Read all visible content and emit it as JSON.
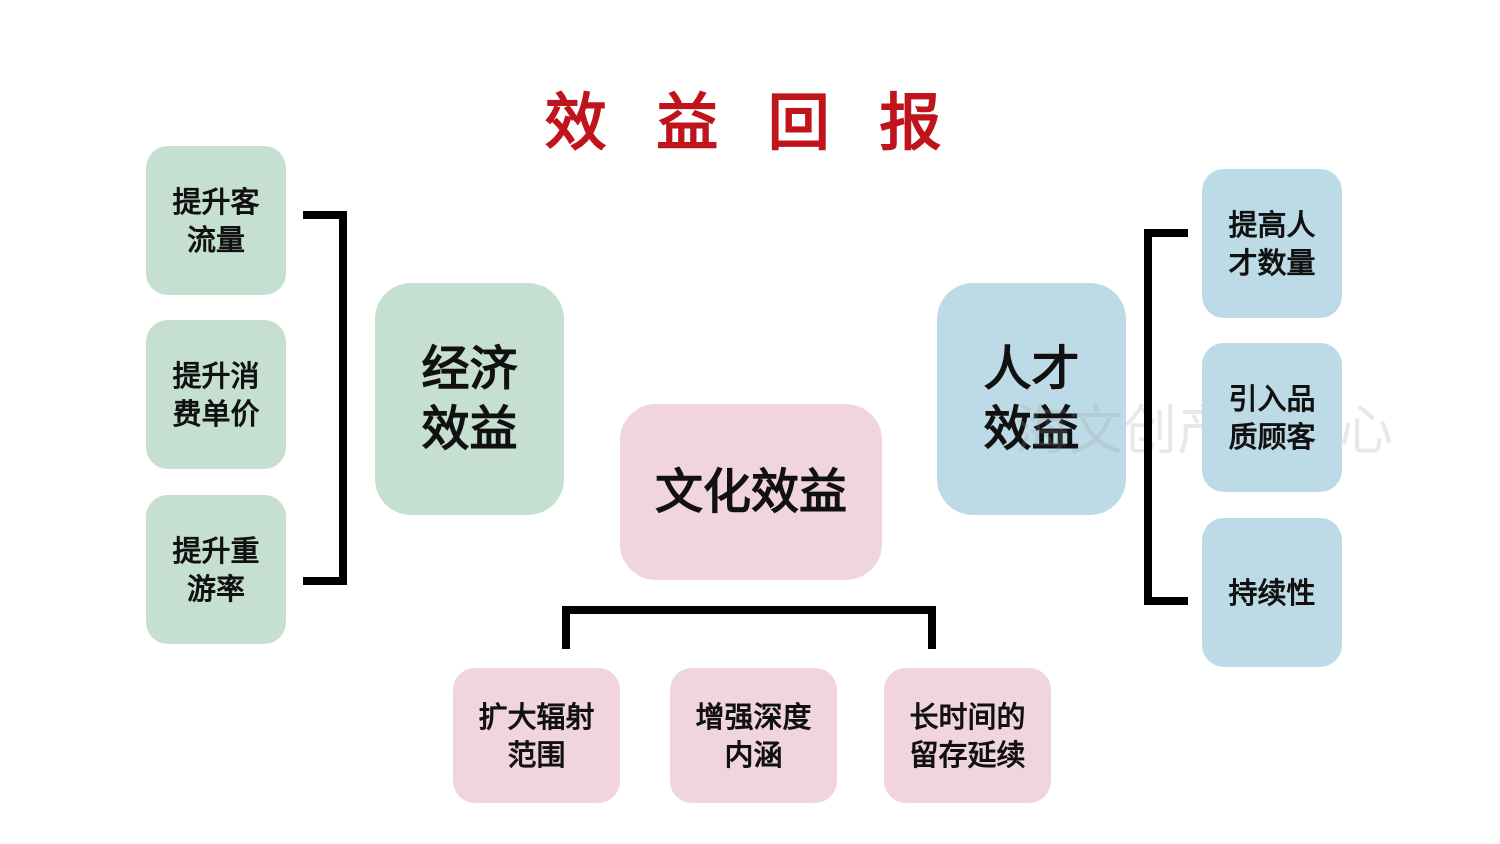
{
  "title": "效 益 回 报",
  "economic": {
    "center": "经济\n效益",
    "items": [
      "提升客\n流量",
      "提升消\n费单价",
      "提升重\n游率"
    ]
  },
  "cultural": {
    "center": "文化效益",
    "items": [
      "扩大辐射\n范围",
      "增强深度\n内涵",
      "长时间的\n留存延续"
    ]
  },
  "talent": {
    "center": "人才\n效益",
    "items": [
      "提高人\n才数量",
      "引入品\n质顾客",
      "持续性"
    ]
  },
  "watermark": "海文创产业中心",
  "colors": {
    "title": "#c0141c",
    "economic": "#c5dfd1",
    "talent": "#bddbe6",
    "cultural": "#f1d5de"
  }
}
